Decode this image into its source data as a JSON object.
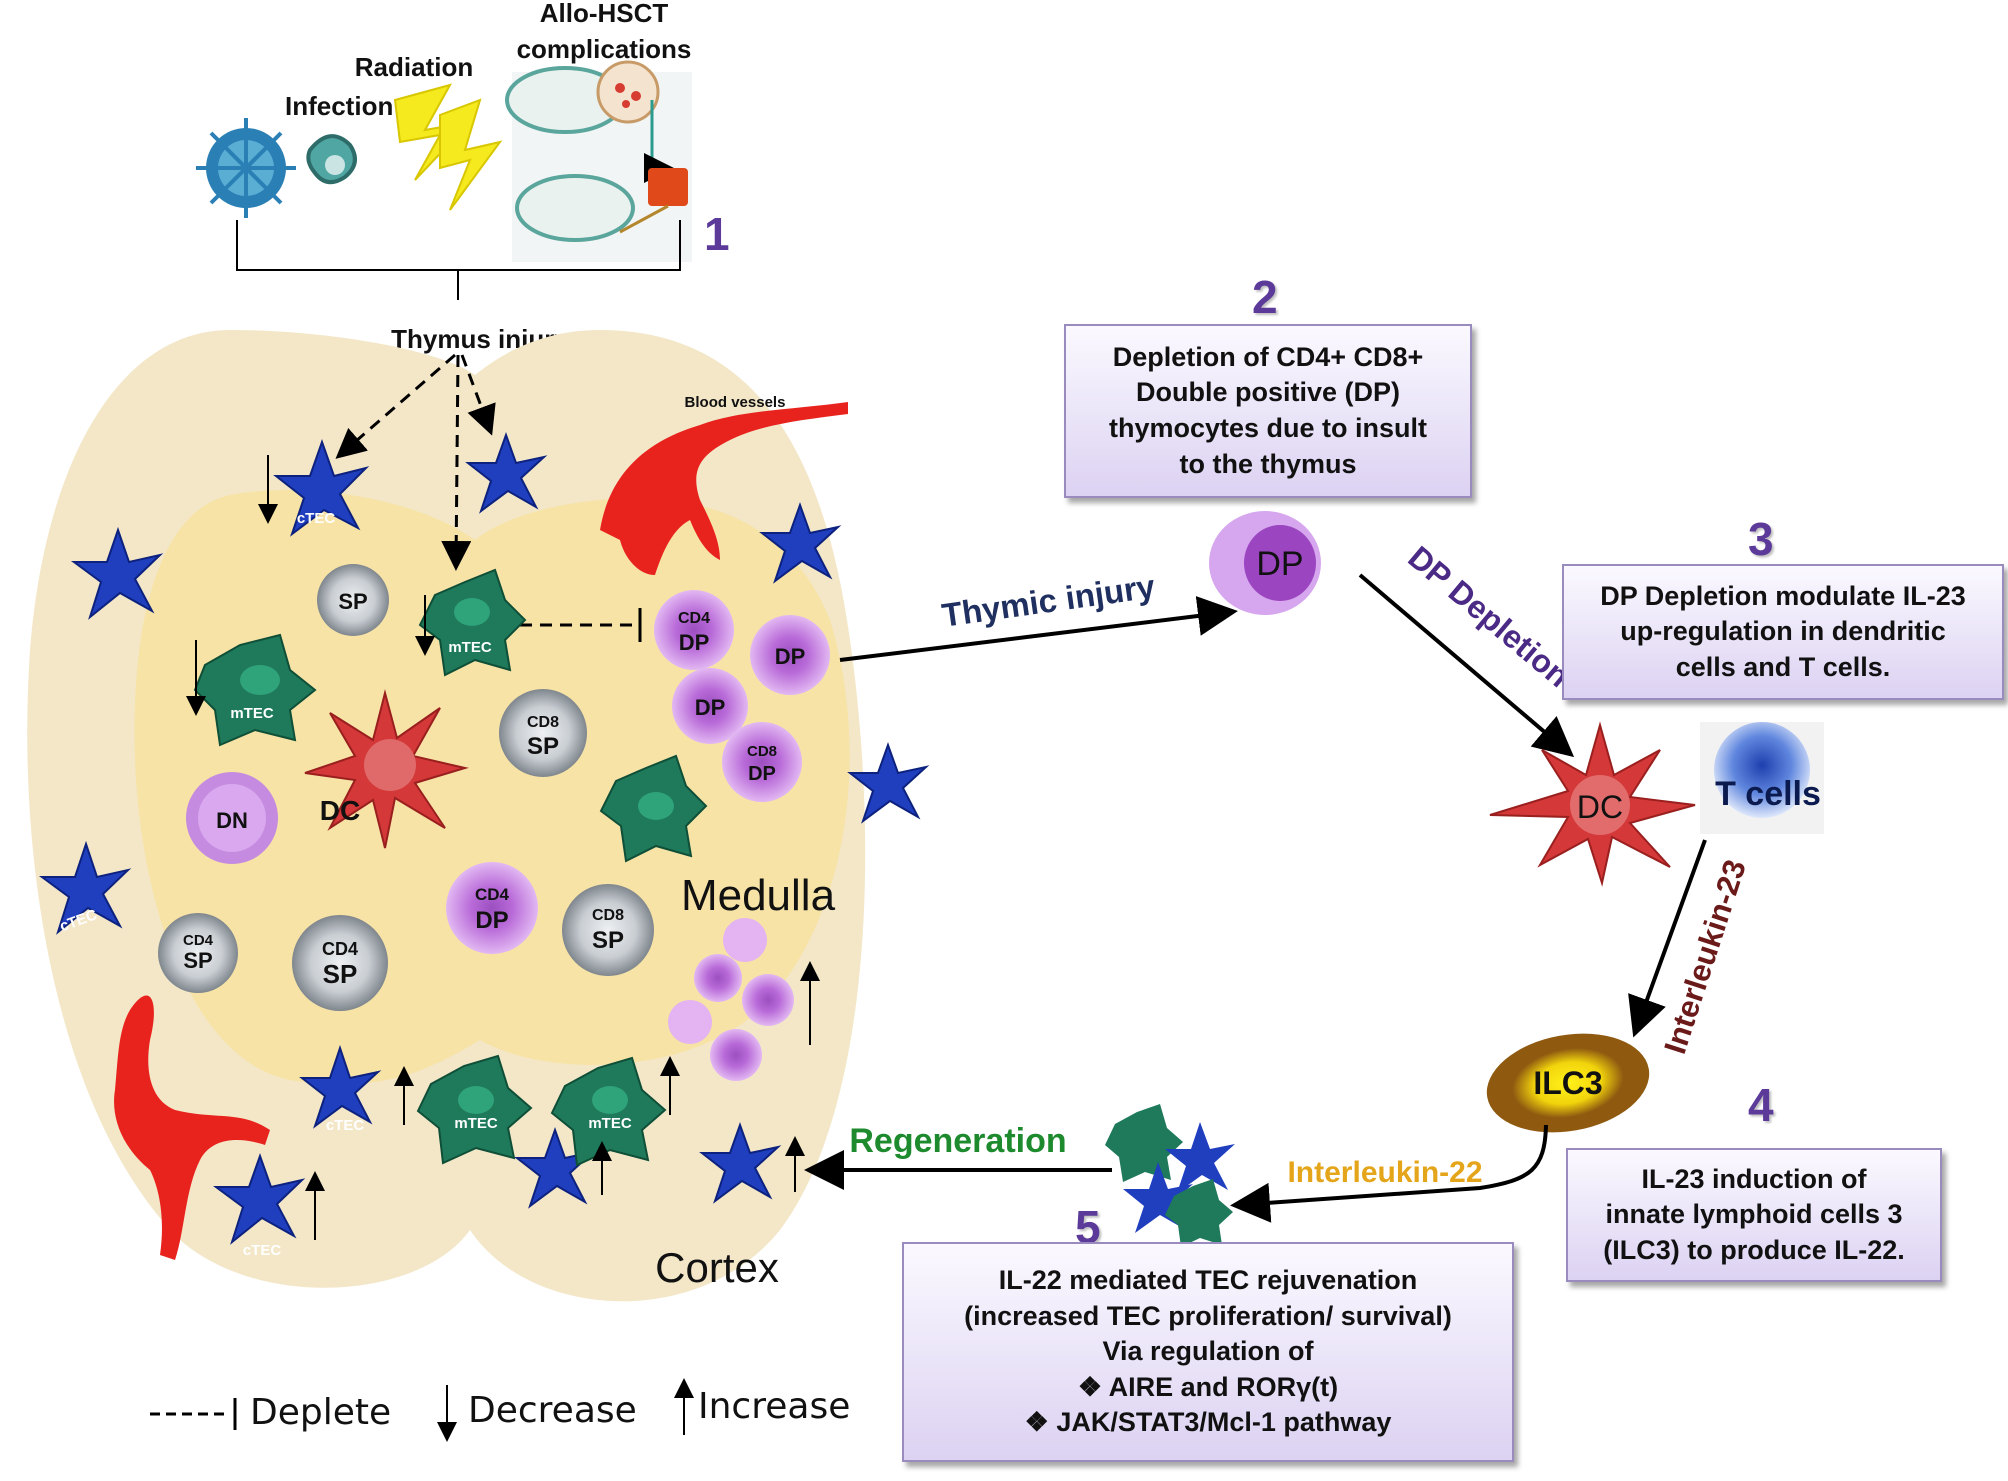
{
  "top": {
    "infection": "Infection",
    "radiation": "Radiation",
    "hsct_line1": "Allo-HSCT",
    "hsct_line2": "complications",
    "step1": "1",
    "thymus_injury": "Thymus injury"
  },
  "thymus": {
    "blood_vessels": "Blood vessels",
    "medulla": "Medulla",
    "cortex": "Cortex",
    "ctec": "cTEC",
    "mtec": "mTEC",
    "sp": "SP",
    "cd4": "CD4",
    "cd8": "CD8",
    "dp": "DP",
    "dn": "DN",
    "dc": "DC"
  },
  "pathway": {
    "thymic_injury": "Thymic injury",
    "dp_cell": "DP",
    "dp_depletion": "DP Depletion",
    "dc_cell": "DC",
    "t_cells": "T cells",
    "interleukin23": "Interleukin-23",
    "ilc3": "ILC3",
    "interleukin22": "Interleukin-22",
    "regeneration": "Regeneration"
  },
  "steps": {
    "step2": {
      "num": "2",
      "lines": [
        "Depletion of CD4+ CD8+",
        "Double positive (DP)",
        "thymocytes due to insult",
        "to the thymus"
      ]
    },
    "step3": {
      "num": "3",
      "lines": [
        "DP Depletion modulate IL-23",
        "up-regulation in dendritic",
        "cells and T cells."
      ]
    },
    "step4": {
      "num": "4",
      "lines": [
        "IL-23 induction of",
        "innate lymphoid cells 3",
        "(ILC3) to produce IL-22."
      ]
    },
    "step5": {
      "num": "5",
      "lines": [
        "IL-22 mediated TEC rejuvenation",
        "(increased TEC proliferation/ survival)",
        "Via regulation of",
        "❖ AIRE   and RORγ(t)",
        "❖ JAK/STAT3/Mcl-1 pathway"
      ]
    }
  },
  "legend": {
    "deplete": "Deplete",
    "decrease": "Decrease",
    "increase": "Increase"
  },
  "colors": {
    "capsule": "#f3e7c8",
    "medulla": "#f7e3a6",
    "ctec_blue": "#1f3fbf",
    "mtec_green": "#1e7a5a",
    "dc_red": "#d43838",
    "dp_purple": "#c58be0",
    "sp_gray": "#8d9399",
    "vessel_red": "#e8231e",
    "radiation_yellow": "#f5ea1e",
    "box_border": "#9a8bbf",
    "step_num": "#5b3a9a",
    "regeneration_green": "#1d8a2e",
    "il22_orange": "#e5a51a",
    "il23_maroon": "#6b1a1a",
    "dp_depletion_purple": "#4b2a86",
    "thymic_injury_navy": "#1f2f5f"
  }
}
